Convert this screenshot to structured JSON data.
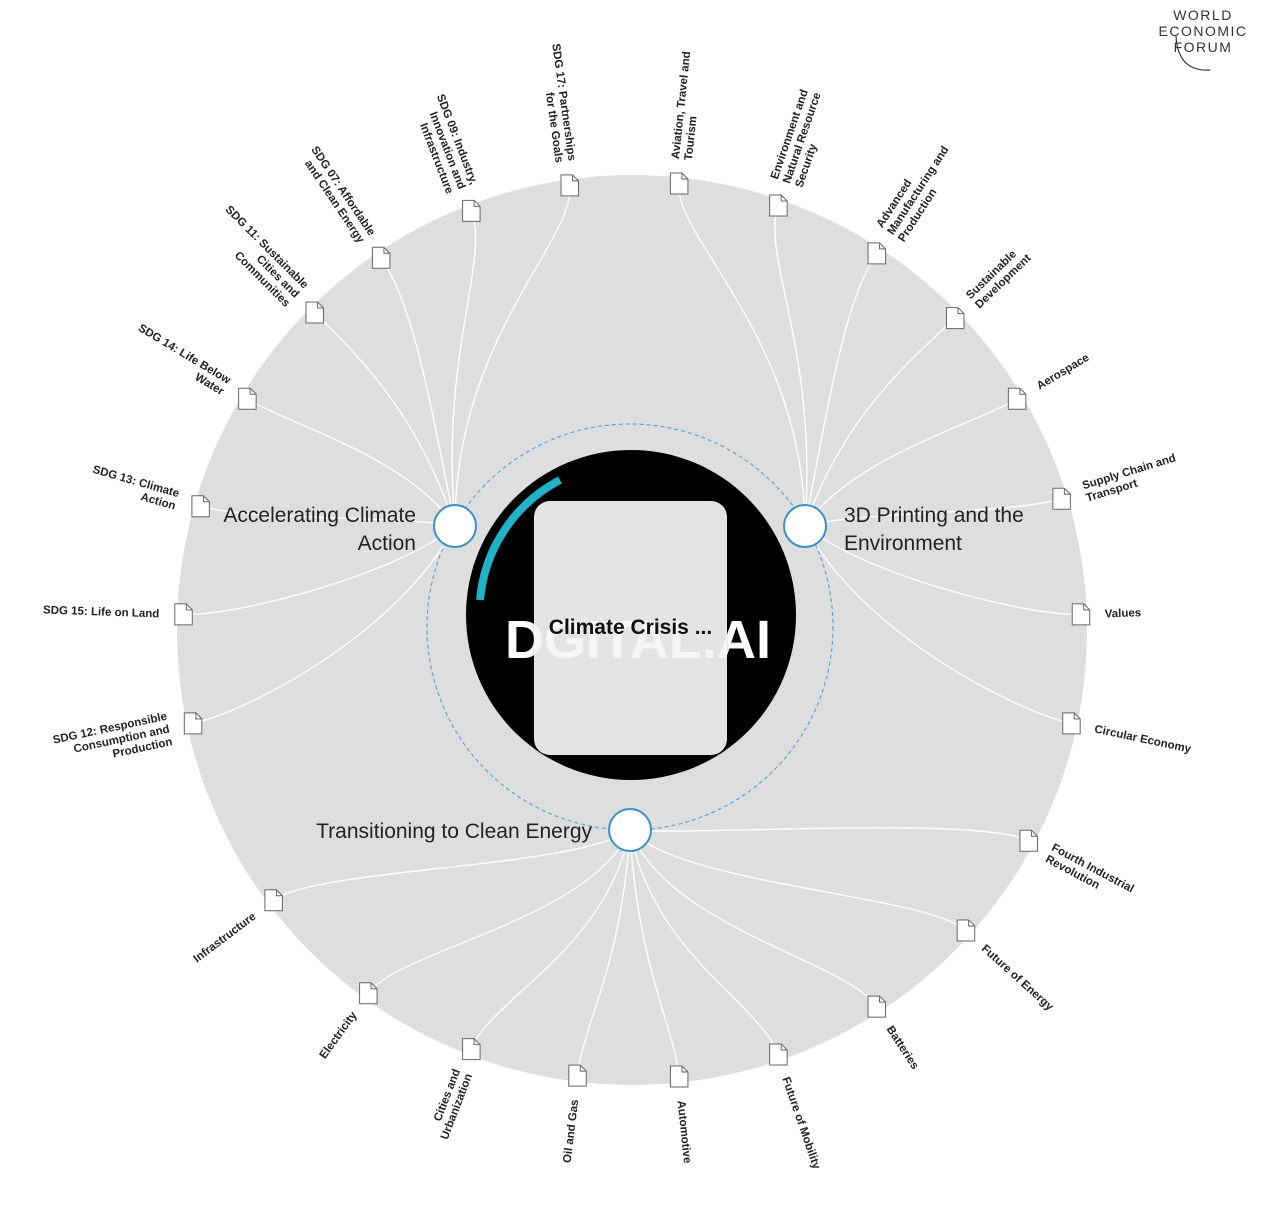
{
  "logo": {
    "lines": [
      "WORLD",
      "ECONOMIC",
      "FORUM"
    ]
  },
  "center": {
    "title": "Climate Crisis ...",
    "brand_text": "DGITAL.AI",
    "colors": {
      "disc": "#000000",
      "accent": "#20b2c8",
      "ring": "#5aa7d6",
      "card": "#f5f5f5"
    }
  },
  "colors": {
    "background_disc": "#dedede",
    "connector": "#ffffff",
    "hub_stroke": "#3a8fc4"
  },
  "hubs": [
    {
      "id": "acc",
      "label_lines": [
        "Accelerating Climate",
        "Action"
      ],
      "align": "right"
    },
    {
      "id": "print",
      "label_lines": [
        "3D Printing and the",
        "Environment"
      ],
      "align": "left"
    },
    {
      "id": "trans",
      "label_lines": [
        "Transitioning to Clean Energy"
      ],
      "align": "right"
    }
  ],
  "leaves": [
    {
      "hub": "acc",
      "lines": [
        "SDG 17: Partnerships",
        "for the Goals"
      ]
    },
    {
      "hub": "acc",
      "lines": [
        "SDG 09: Industry,",
        "Innovation and",
        "Infrastructure"
      ]
    },
    {
      "hub": "acc",
      "lines": [
        "SDG 07: Affordable",
        "and Clean Energy"
      ]
    },
    {
      "hub": "acc",
      "lines": [
        "SDG 11: Sustainable",
        "Cities and",
        "Communities"
      ]
    },
    {
      "hub": "acc",
      "lines": [
        "SDG 14: Life Below",
        "Water"
      ]
    },
    {
      "hub": "acc",
      "lines": [
        "SDG 13: Climate",
        "Action"
      ]
    },
    {
      "hub": "acc",
      "lines": [
        "SDG 15: Life on Land"
      ]
    },
    {
      "hub": "acc",
      "lines": [
        "SDG 12: Responsible",
        "Consumption and",
        "Production"
      ]
    },
    {
      "hub": "print",
      "lines": [
        "Aviation, Travel and",
        "Tourism"
      ]
    },
    {
      "hub": "print",
      "lines": [
        "Environment and",
        "Natural Resource",
        "Security"
      ]
    },
    {
      "hub": "print",
      "lines": [
        "Advanced",
        "Manufacturing and",
        "Production"
      ]
    },
    {
      "hub": "print",
      "lines": [
        "Sustainable",
        "Development"
      ]
    },
    {
      "hub": "print",
      "lines": [
        "Aerospace"
      ]
    },
    {
      "hub": "print",
      "lines": [
        "Supply Chain and",
        "Transport"
      ]
    },
    {
      "hub": "print",
      "lines": [
        "Values"
      ]
    },
    {
      "hub": "print",
      "lines": [
        "Circular Economy"
      ]
    },
    {
      "hub": "trans",
      "lines": [
        "Fourth Industrial",
        "Revolution"
      ]
    },
    {
      "hub": "trans",
      "lines": [
        "Future of Energy"
      ]
    },
    {
      "hub": "trans",
      "lines": [
        "Batteries"
      ]
    },
    {
      "hub": "trans",
      "lines": [
        "Future of Mobility"
      ]
    },
    {
      "hub": "trans",
      "lines": [
        "Automotive"
      ]
    },
    {
      "hub": "trans",
      "lines": [
        "Oil and Gas"
      ]
    },
    {
      "hub": "trans",
      "lines": [
        "Cities and",
        "Urbanization"
      ]
    },
    {
      "hub": "trans",
      "lines": [
        "Electricity"
      ]
    },
    {
      "hub": "trans",
      "lines": [
        "Infrastructure"
      ]
    }
  ]
}
